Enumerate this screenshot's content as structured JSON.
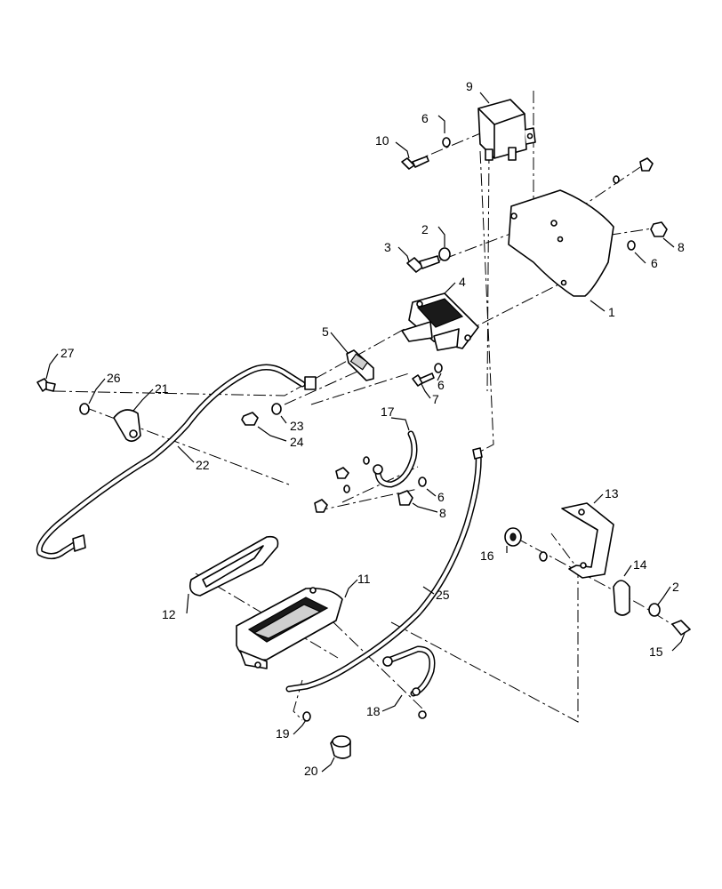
{
  "callouts": {
    "c1": "1",
    "c2a": "2",
    "c2b": "2",
    "c3": "3",
    "c4": "4",
    "c5": "5",
    "c6a": "6",
    "c6b": "6",
    "c6c": "6",
    "c6d": "6",
    "c7": "7",
    "c8a": "8",
    "c8b": "8",
    "c9": "9",
    "c10": "10",
    "c11": "11",
    "c12": "12",
    "c13": "13",
    "c14": "14",
    "c15": "15",
    "c16": "16",
    "c17": "17",
    "c18": "18",
    "c19": "19",
    "c20": "20",
    "c21": "21",
    "c22": "22",
    "c23": "23",
    "c24": "24",
    "c25": "25",
    "c26": "26",
    "c27": "27"
  }
}
